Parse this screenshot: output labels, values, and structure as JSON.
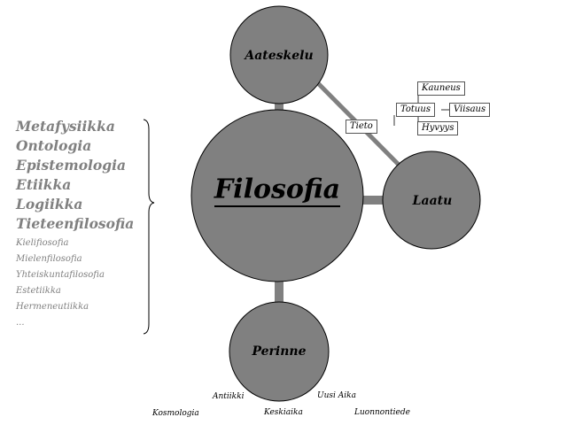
{
  "branches": {
    "major": [
      "Metafysiikka",
      "Ontologia",
      "Epistemologia",
      "Etiikka",
      "Logiikka",
      "Tieteenfilosofia"
    ],
    "minor": [
      "Kielifiosofia",
      "Mielenfilosofia",
      "Yhteiskuntafilosofia",
      "Estetiikka",
      "Hermeneutiikka",
      "..."
    ]
  },
  "nodes": {
    "center": "Filosofia",
    "top": "Aateskelu",
    "right": "Laatu",
    "bottom": "Perinne"
  },
  "values": {
    "tieto": "Tieto",
    "totuus": "Totuus",
    "kauneus": "Kauneus",
    "viisaus": "Viisaus",
    "hyvyys": "Hyvyys"
  },
  "eras": {
    "kosmologia": "Kosmologia",
    "antiikki": "Antiikki",
    "keskiaika": "Keskiaika",
    "uusi_aika": "Uusi Aika",
    "luonnontiede": "Luonnontiede"
  },
  "colors": {
    "node_fill": "#808080",
    "list_text": "#808080",
    "outline": "#000000"
  }
}
